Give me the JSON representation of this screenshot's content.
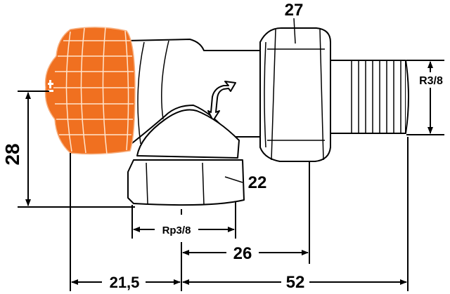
{
  "drawing": {
    "title_hidden": "",
    "cap_color": "#f07020",
    "labels": {
      "union_nut": "27",
      "pipe_thread": "R3/8",
      "height": "28",
      "bottom_nut": "22",
      "bottom_thread": "Rp3/8",
      "offset_26": "26",
      "offset_21_5": "21,5",
      "total_52": "52"
    }
  }
}
